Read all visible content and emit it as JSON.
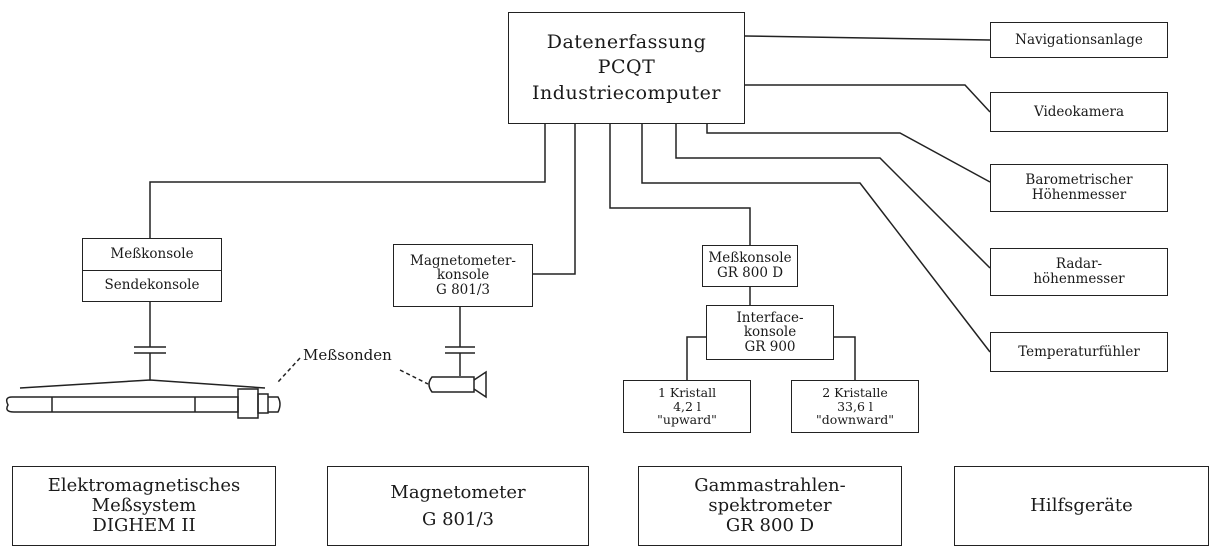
{
  "central": {
    "lines": [
      "Datenerfassung",
      "PCQT",
      "Industriecomputer"
    ]
  },
  "peripherals": {
    "navigation": "Navigationsanlage",
    "video": "Videokamera",
    "baro": [
      "Barometrischer",
      "Höhenmesser"
    ],
    "radar": [
      "Radar-",
      "höhenmesser"
    ],
    "temp": "Temperaturfühler"
  },
  "em_console": {
    "top": "Meßkonsole",
    "bottom": "Sendekonsole"
  },
  "mag_console": {
    "lines": [
      "Magnetometer-",
      "konsole",
      "G 801/3"
    ]
  },
  "gamma_console": {
    "lines": [
      "Meßkonsole",
      "GR 800 D"
    ]
  },
  "interface_console": {
    "lines": [
      "Interface-",
      "konsole",
      "GR 900"
    ]
  },
  "crystal1": {
    "lines": [
      "1 Kristall",
      "4,2 l",
      "\"upward\""
    ]
  },
  "crystal2": {
    "lines": [
      "2 Kristalle",
      "33,6 l",
      "\"downward\""
    ]
  },
  "probes_label": "Meßsonden",
  "systems": {
    "em": [
      "Elektromagnetisches",
      "Meßsystem",
      "DIGHEM II"
    ],
    "mag": [
      "Magnetometer",
      "G 801/3"
    ],
    "gamma": [
      "Gammastrahlen-",
      "spektrometer",
      "GR 800 D"
    ],
    "aux": "Hilfsgeräte"
  }
}
